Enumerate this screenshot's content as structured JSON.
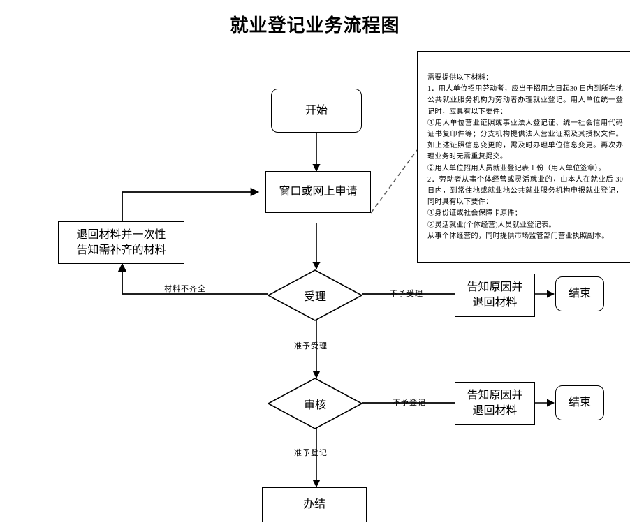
{
  "title": "就业登记业务流程图",
  "nodes": {
    "start": "开始",
    "apply": "窗口或网上申请",
    "return_materials": "退回材料并一次性\n告知需补齐的材料",
    "accept_decision": "受理",
    "review_decision": "审核",
    "inform_return_1": "告知原因并\n退回材料",
    "end_1": "结束",
    "inform_return_2": "告知原因并\n退回材料",
    "end_2": "结束",
    "complete": "办结"
  },
  "edge_labels": {
    "materials_incomplete": "材料不齐全",
    "not_accepted": "不予受理",
    "accepted": "准予受理",
    "not_registered": "不予登记",
    "registered": "准予登记"
  },
  "note": {
    "heading": "需要提供以下材料：",
    "lines": [
      "1．用人单位招用劳动者，应当于招用之日起30 日内到所在地公共就业服务机构为劳动者办理就业登记。用人单位统一登记时，应具有以下要件：",
      "①用人单位营业证照或事业法人登记证、统一社会信用代码证书复印件等；分支机构提供法人营业证照及其授权文件。如上述证照信息变更的，需及时办理单位信息变更。再次办理业务时无需重复提交。",
      "②用人单位招用人员就业登记表 1 份（用人单位签章）。",
      "2．劳动者从事个体经营或灵活就业的，由本人在就业后 30 日内，到常住地或就业地公共就业服务机构申报就业登记，同时具有以下要件：",
      "①身份证或社会保障卡原件；",
      "②灵活就业(个体经营)人员就业登记表。",
      "从事个体经营的，同时提供市场监管部门营业执照副本。"
    ]
  },
  "colors": {
    "stroke": "#000000",
    "background": "#ffffff",
    "text": "#000000"
  }
}
